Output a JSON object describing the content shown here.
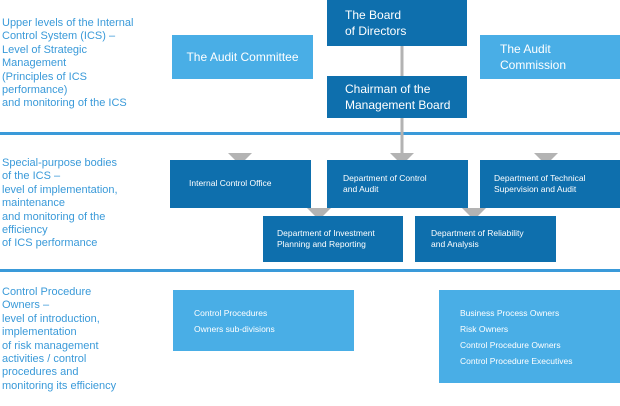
{
  "sections": [
    {
      "label": "Upper levels of the Internal\nControl System (ICS) –\nLevel of Strategic\nManagement\n(Principles of ICS\nperformance)\nand monitoring of the ICS"
    },
    {
      "label": "Special-purpose bodies\nof the ICS –\nlevel of implementation,\nmaintenance\nand monitoring of the\nefficiency\nof ICS performance"
    },
    {
      "label": "Control Procedure\nOwners  –\nlevel of introduction,\nimplementation\nof risk management\nactivities / control\nprocedures and\nmonitoring its efficiency"
    }
  ],
  "boxes": {
    "board": "The Board\nof Directors",
    "audit_committee": "The Audit Committee",
    "audit_commission": "The Audit\nCommission",
    "chairman": "Chairman of the\nManagement Board",
    "internal_control": "Internal Control Office",
    "control_audit": "Department of Control\nand Audit",
    "technical": "Department of Technical\nSupervision and Audit",
    "investment": "Department of Investment\nPlanning and Reporting",
    "reliability": "Department of Reliability\nand Analysis"
  },
  "owners_left": [
    "Control Procedures",
    "Owners sub-divisions"
  ],
  "owners_right": [
    "Business Process Owners",
    "Risk Owners",
    "Control Procedure Owners",
    "Control Procedure Executives"
  ],
  "colors": {
    "dark": "#0e6fad",
    "light": "#49aee6",
    "arrow": "#b3b3b3",
    "line": "#3a9ad9"
  }
}
